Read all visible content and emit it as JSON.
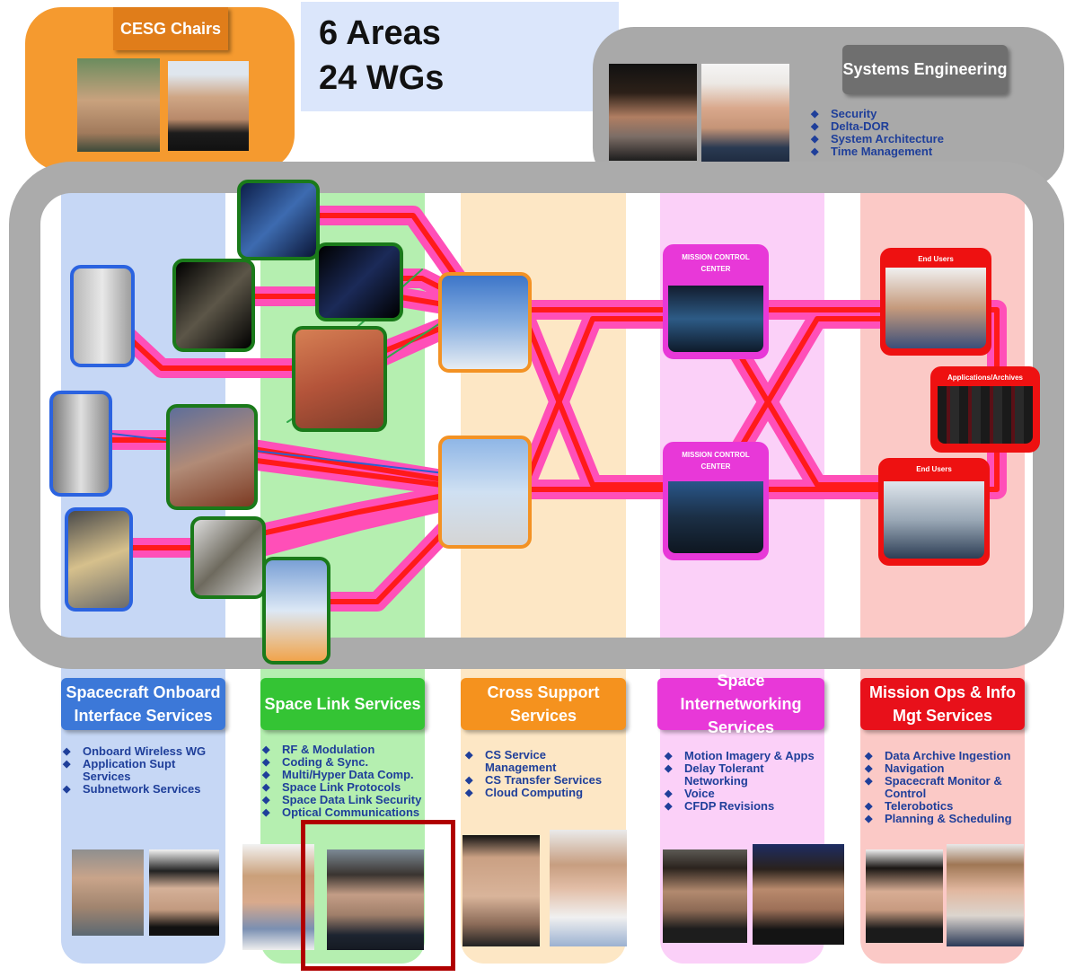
{
  "chairs": {
    "title": "CESG Chairs"
  },
  "areas_count": {
    "line1": "6 Areas",
    "line2": "24 WGs"
  },
  "systems_engineering": {
    "title": "Systems Engineering",
    "items": [
      "Security",
      "Delta-DOR",
      "System Architecture",
      "Time Management"
    ]
  },
  "network": {
    "mcc_top": "MISSION CONTROL CENTER",
    "mcc_bottom": "MISSION CONTROL CENTER",
    "end_users_top": "End Users",
    "end_users_bottom": "End Users",
    "archives": "Applications/Archives"
  },
  "areas": [
    {
      "title": "Spacecraft Onboard Interface Services",
      "color": "#3c78d8",
      "items": [
        "Onboard Wireless WG",
        "Application Supt Services",
        "Subnetwork Services"
      ]
    },
    {
      "title": "Space Link Services",
      "color": "#34c434",
      "items": [
        "RF & Modulation",
        "Coding & Sync.",
        "Multi/Hyper Data Comp.",
        "Space Link Protocols",
        "Space Data Link Security",
        "Optical Communications"
      ]
    },
    {
      "title": "Cross Support Services",
      "color": "#f5921e",
      "items": [
        "CS Service Management",
        "CS Transfer Services",
        "Cloud Computing"
      ]
    },
    {
      "title": "Space Internetworking Services",
      "color": "#e838d8",
      "items": [
        "Motion Imagery & Apps",
        "Delay Tolerant Networking",
        "Voice",
        "CFDP Revisions"
      ]
    },
    {
      "title": "Mission Ops & Info Mgt Services",
      "color": "#e8101a",
      "items": [
        "Data Archive Ingestion",
        "Navigation",
        "Spacecraft Monitor & Control",
        "Telerobotics",
        "Planning & Scheduling"
      ]
    }
  ],
  "colors": {
    "soi_bg": "#c6d7f5",
    "sls_bg": "#b5efb0",
    "css_bg": "#fde7c5",
    "sis_bg": "#fbd0f8",
    "mois_bg": "#fbc9c6",
    "link_pink": "#ff4fb8",
    "link_red": "#ff1a1a",
    "highlight": "#b00000"
  }
}
